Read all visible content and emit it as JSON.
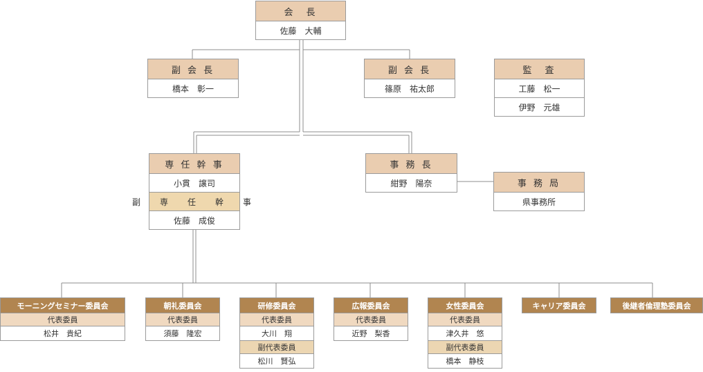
{
  "chairman": {
    "title": "会　長",
    "name": "佐藤　大輔"
  },
  "vice_chairs": [
    {
      "title": "副 会 長",
      "name": "橋本　彰一"
    },
    {
      "title": "副 会 長",
      "name": "篠原　祐太郎"
    }
  ],
  "auditor": {
    "title": "監　査",
    "names": [
      "工藤　松一",
      "伊野　元雄"
    ]
  },
  "exec_secretary": {
    "title": "専 任 幹 事",
    "name": "小貫　譲司",
    "deputy_title": "副　専　任　幹　事",
    "deputy_name": "佐藤　成俊"
  },
  "secretary_general": {
    "title": "事 務 長",
    "name": "紺野　陽奈"
  },
  "office": {
    "title": "事 務 局",
    "name": "県事務所"
  },
  "committees": [
    {
      "name": "モーニングセミナー委員会",
      "rep_label": "代表委員",
      "rep_name": "松井　貴紀"
    },
    {
      "name": "朝礼委員会",
      "rep_label": "代表委員",
      "rep_name": "須藤　隆宏"
    },
    {
      "name": "研修委員会",
      "rep_label": "代表委員",
      "rep_name": "大川　翔",
      "vice_label": "副代表委員",
      "vice_name": "松川　賢弘"
    },
    {
      "name": "広報委員会",
      "rep_label": "代表委員",
      "rep_name": "近野　梨香"
    },
    {
      "name": "女性委員会",
      "rep_label": "代表委員",
      "rep_name": "津久井　悠",
      "vice_label": "副代表委員",
      "vice_name": "橋本　静枝"
    },
    {
      "name": "キャリア委員会"
    },
    {
      "name": "後継者倫理塾委員会"
    }
  ],
  "colors": {
    "header": "#eacdb0",
    "deputy": "#efd8ae",
    "committee_header": "#b18550",
    "line": "#8c8c8c"
  }
}
